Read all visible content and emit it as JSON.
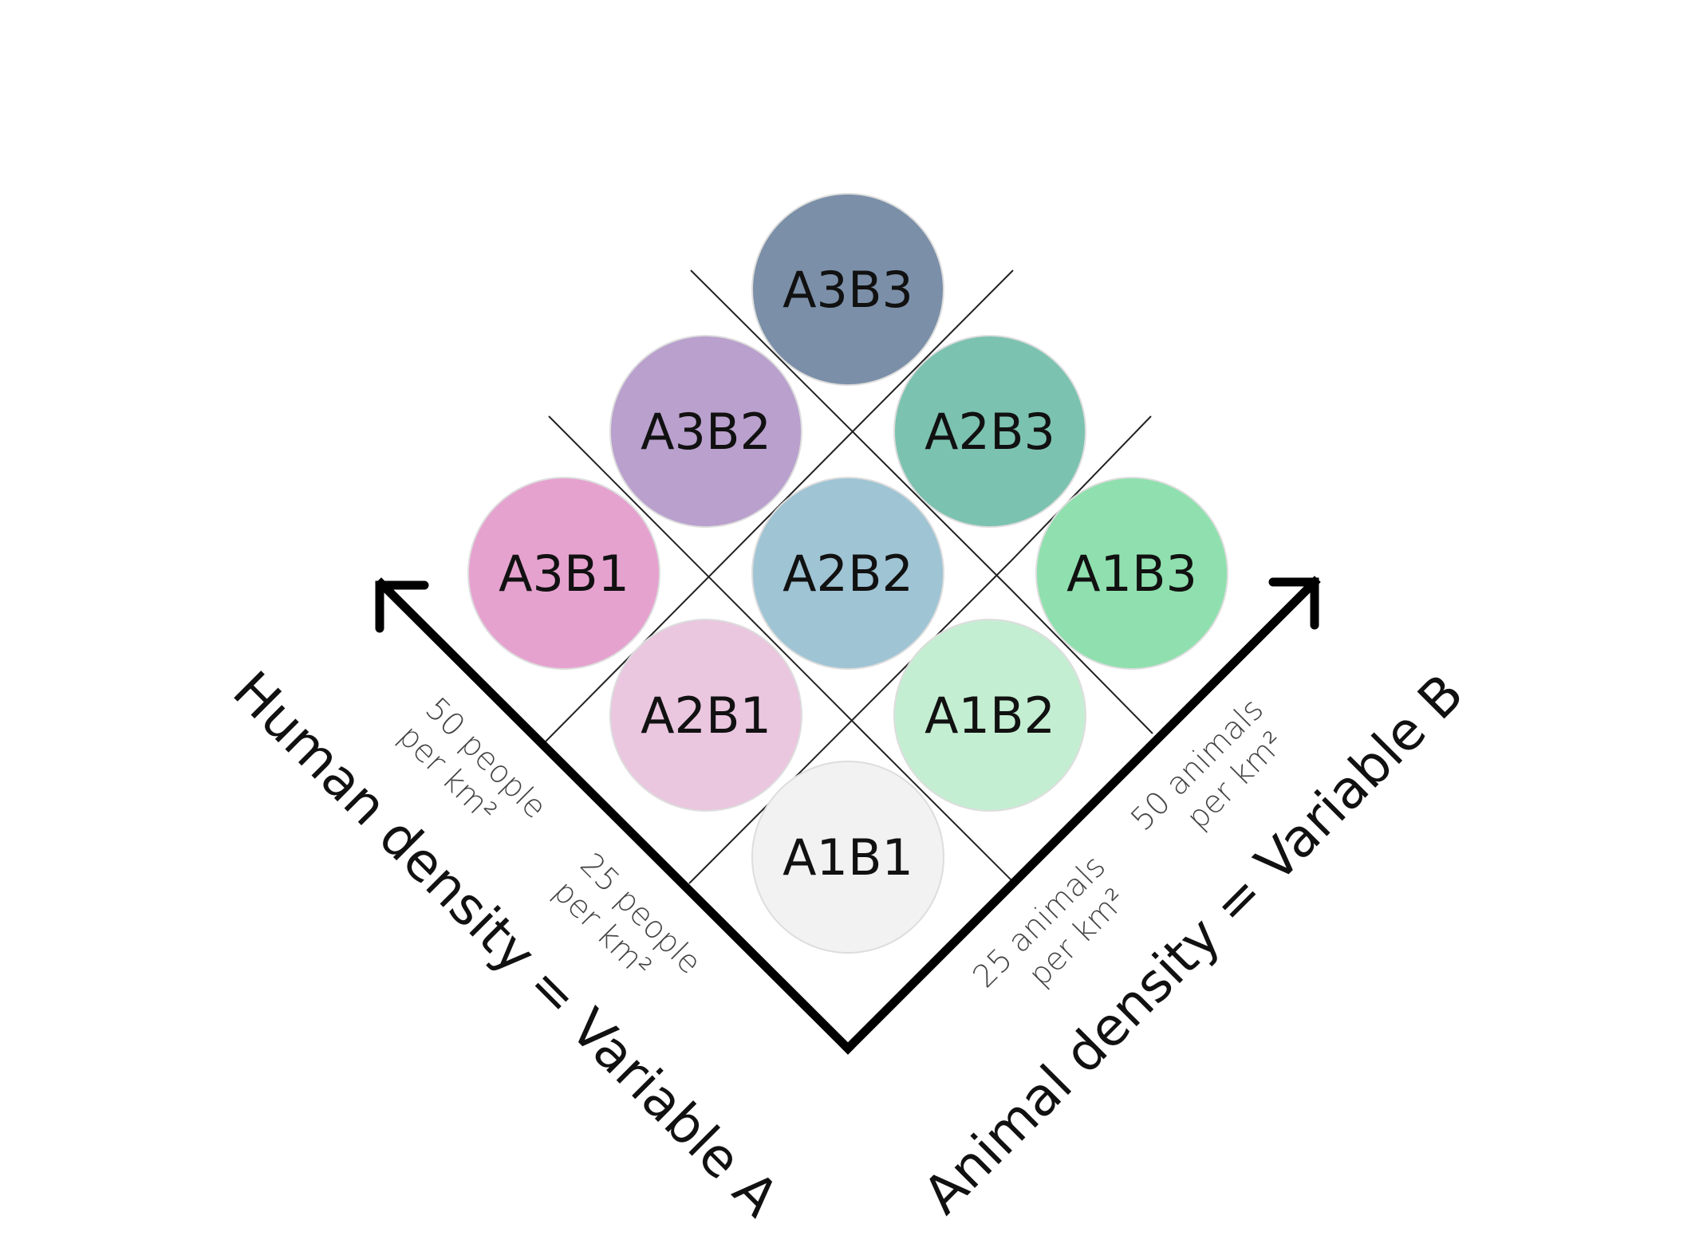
{
  "cells": [
    {
      "label": "A3B3",
      "a": 3,
      "b": 3,
      "color": "#7b8fa8"
    },
    {
      "label": "A3B2",
      "a": 3,
      "b": 2,
      "color": "#b9a0cd"
    },
    {
      "label": "A2B3",
      "a": 2,
      "b": 3,
      "color": "#7cc2b0"
    },
    {
      "label": "A3B1",
      "a": 3,
      "b": 1,
      "color": "#e6a2cf"
    },
    {
      "label": "A2B2",
      "a": 2,
      "b": 2,
      "color": "#9fc4d4"
    },
    {
      "label": "A1B3",
      "a": 1,
      "b": 3,
      "color": "#8fe0ae"
    },
    {
      "label": "A2B1",
      "a": 2,
      "b": 1,
      "color": "#eac6df"
    },
    {
      "label": "A1B2",
      "a": 1,
      "b": 2,
      "color": "#c4eed2"
    },
    {
      "label": "A1B1",
      "a": 1,
      "b": 1,
      "color": "#f2f2f2"
    }
  ],
  "axis_a": {
    "title": "Human density = Variable A",
    "tick_low": {
      "line1": "25 people",
      "line2": "per km²"
    },
    "tick_high": {
      "line1": "50 people",
      "line2": "per km²"
    }
  },
  "axis_b": {
    "title": "Animal density = Variable B",
    "tick_low": {
      "line1": "25 animals",
      "line2": "per km²"
    },
    "tick_high": {
      "line1": "50 animals",
      "line2": "per km²"
    }
  }
}
